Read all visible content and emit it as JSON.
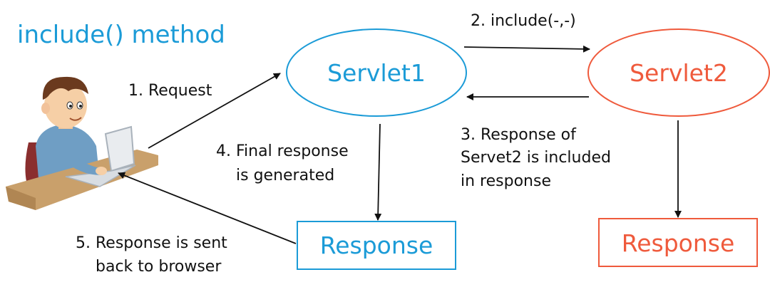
{
  "title": "include() method",
  "nodes": {
    "servlet1": {
      "label": "Servlet1"
    },
    "servlet2": {
      "label": "Servlet2"
    },
    "response1": {
      "label": "Response"
    },
    "response2": {
      "label": "Response"
    }
  },
  "edges": {
    "request": {
      "label": "1. Request"
    },
    "include": {
      "label": "2. include(-,-)"
    },
    "included": {
      "lines": [
        "3. Response of",
        "Servet2 is included",
        "in response"
      ]
    },
    "final": {
      "lines": [
        "4. Final response",
        "is generated"
      ]
    },
    "sent_back": {
      "lines": [
        "5. Response is sent",
        "back to browser"
      ]
    }
  },
  "colors": {
    "blue": "#1b9bd7",
    "red": "#ef5a3c",
    "text": "#111111",
    "line": "#111111"
  }
}
